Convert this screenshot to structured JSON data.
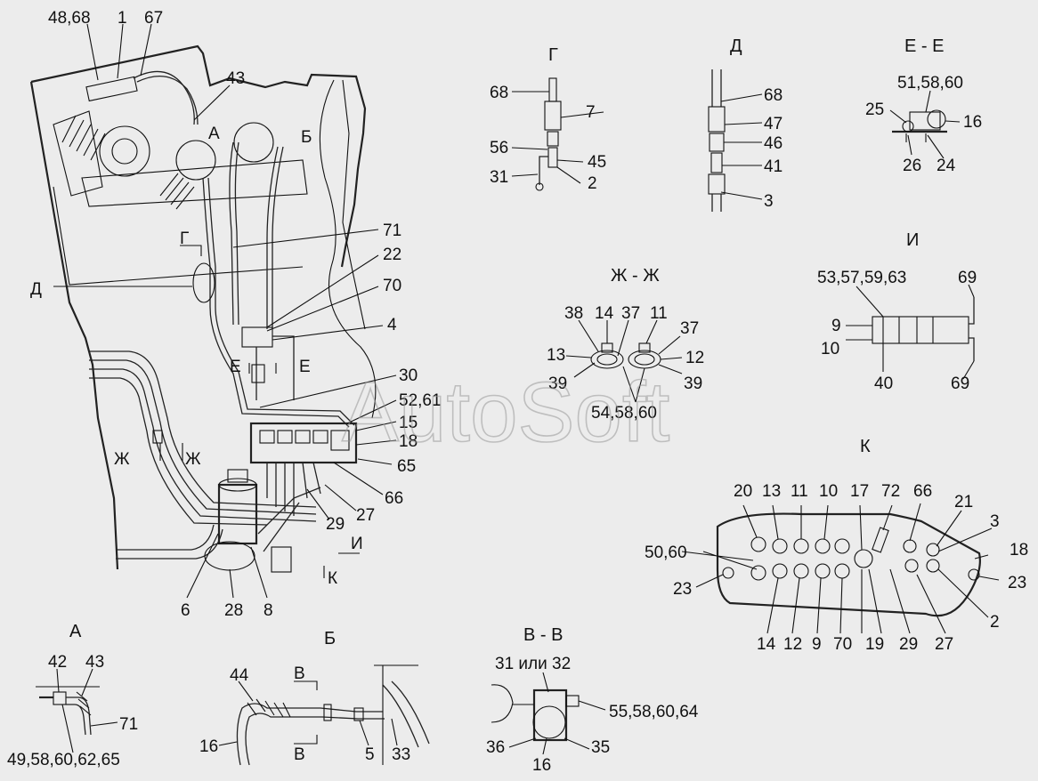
{
  "watermark": "AutoSoft",
  "views": {
    "g": "Г",
    "d": "Д",
    "ee": "Е - Е",
    "zhzh": "Ж - Ж",
    "i": "И",
    "k": "К",
    "a": "А",
    "b": "Б",
    "vv": "В - В"
  },
  "main_labels": {
    "l48_68": "48,68",
    "l1": "1",
    "l67": "67",
    "l43": "43",
    "la": "А",
    "lb": "Б",
    "lg": "Г",
    "ld": "Д",
    "l71": "71",
    "l22": "22",
    "l70": "70",
    "l4": "4",
    "le1": "Е",
    "le2": "Е",
    "l30": "30",
    "l52_61": "52,61",
    "l15": "15",
    "l18": "18",
    "l65": "65",
    "l66": "66",
    "l27": "27",
    "l29": "29",
    "li": "И",
    "lk": "К",
    "lzh1": "Ж",
    "lzh2": "Ж",
    "l6": "6",
    "l28": "28",
    "l8": "8"
  },
  "g_labels": {
    "l68": "68",
    "l7": "7",
    "l56": "56",
    "l45": "45",
    "l31": "31",
    "l2": "2"
  },
  "d_labels": {
    "l68": "68",
    "l47": "47",
    "l46": "46",
    "l41": "41",
    "l3": "3"
  },
  "ee_labels": {
    "l51_58_60": "51,58,60",
    "l25": "25",
    "l16": "16",
    "l26": "26",
    "l24": "24"
  },
  "zh_labels": {
    "l38": "38",
    "l14": "14",
    "l37a": "37",
    "l11": "11",
    "l37b": "37",
    "l13": "13",
    "l12": "12",
    "l39a": "39",
    "l39b": "39",
    "l54_58_60": "54,58,60"
  },
  "i_labels": {
    "l53_57_59_63": "53,57,59,63",
    "l69a": "69",
    "l9": "9",
    "l10": "10",
    "l40": "40",
    "l69b": "69"
  },
  "k_labels": {
    "l20": "20",
    "l13": "13",
    "l11": "11",
    "l10": "10",
    "l17": "17",
    "l72": "72",
    "l66": "66",
    "l21": "21",
    "l3": "3",
    "l18": "18",
    "l50_60": "50,60",
    "l23a": "23",
    "l23b": "23",
    "l2": "2",
    "l14": "14",
    "l12": "12",
    "l9": "9",
    "l70": "70",
    "l19": "19",
    "l29": "29",
    "l27": "27"
  },
  "a_labels": {
    "l42": "42",
    "l43": "43",
    "l71": "71",
    "l49": "49,58,60,62,65"
  },
  "b_labels": {
    "l44": "44",
    "lv1": "В",
    "lv2": "В",
    "l16": "16",
    "l5": "5",
    "l33": "33"
  },
  "vv_labels": {
    "l31_32": "31 или 32",
    "l55": "55,58,60,64",
    "l36": "36",
    "l16": "16",
    "l35": "35"
  }
}
